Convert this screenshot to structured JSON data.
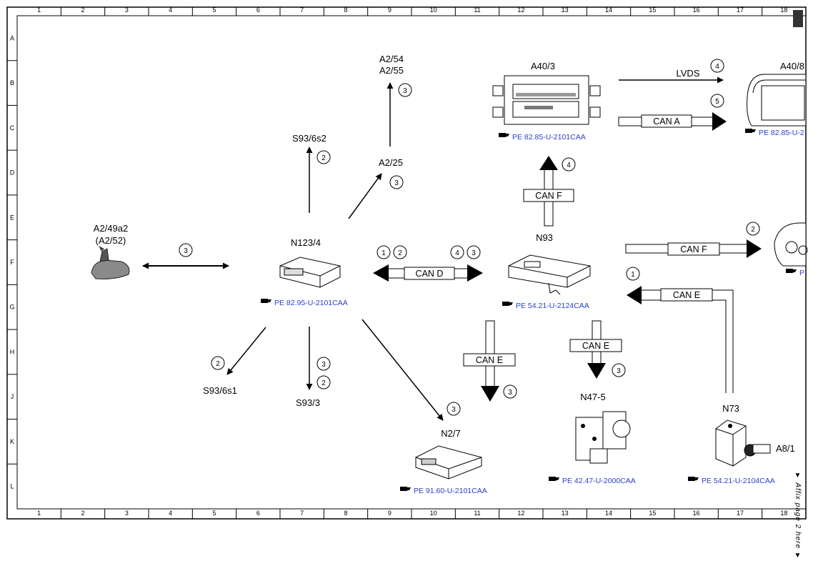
{
  "grid": {
    "columns": [
      "1",
      "2",
      "3",
      "4",
      "5",
      "6",
      "7",
      "8",
      "9",
      "10",
      "11",
      "12",
      "13",
      "14",
      "15",
      "16",
      "17",
      "18"
    ],
    "rows": [
      "A",
      "B",
      "C",
      "D",
      "E",
      "F",
      "G",
      "H",
      "J",
      "K",
      "L"
    ]
  },
  "components": {
    "a2_49a2": {
      "label": "A2/49a2",
      "alt": "(A2/52)"
    },
    "n123_4": {
      "label": "N123/4",
      "ref": "PE 82.95-U-2101CAA"
    },
    "s93_6s2": {
      "label": "S93/6s2"
    },
    "a2_54": {
      "label": "A2/54"
    },
    "a2_55": {
      "label": "A2/55"
    },
    "a2_25": {
      "label": "A2/25"
    },
    "a40_3": {
      "label": "A40/3",
      "ref": "PE 82.85-U-2101CAA"
    },
    "a40_8": {
      "label": "A40/8",
      "ref": "PE 82.85-U-2"
    },
    "n93": {
      "label": "N93",
      "ref": "PE 54.21-U-2124CAA"
    },
    "s93_6s1": {
      "label": "S93/6s1"
    },
    "s93_3": {
      "label": "S93/3"
    },
    "n2_7": {
      "label": "N2/7",
      "ref": "PE 91.60-U-2101CAA"
    },
    "n47_5": {
      "label": "N47-5",
      "ref": "PE 42.47-U-2000CAA"
    },
    "n73": {
      "label": "N73",
      "ref": "PE 54.21-U-2104CAA"
    },
    "a8_1": {
      "label": "A8/1"
    },
    "cluster": {
      "ref": "P"
    }
  },
  "buses": {
    "lvds": "LVDS",
    "can_a": "CAN A",
    "can_d": "CAN D",
    "can_e": "CAN E",
    "can_f": "CAN F"
  },
  "markers": {
    "m1": "1",
    "m2": "2",
    "m3": "3",
    "m4": "4",
    "m5": "5"
  },
  "affix_note": "▼ Affix page 2 here ▼"
}
